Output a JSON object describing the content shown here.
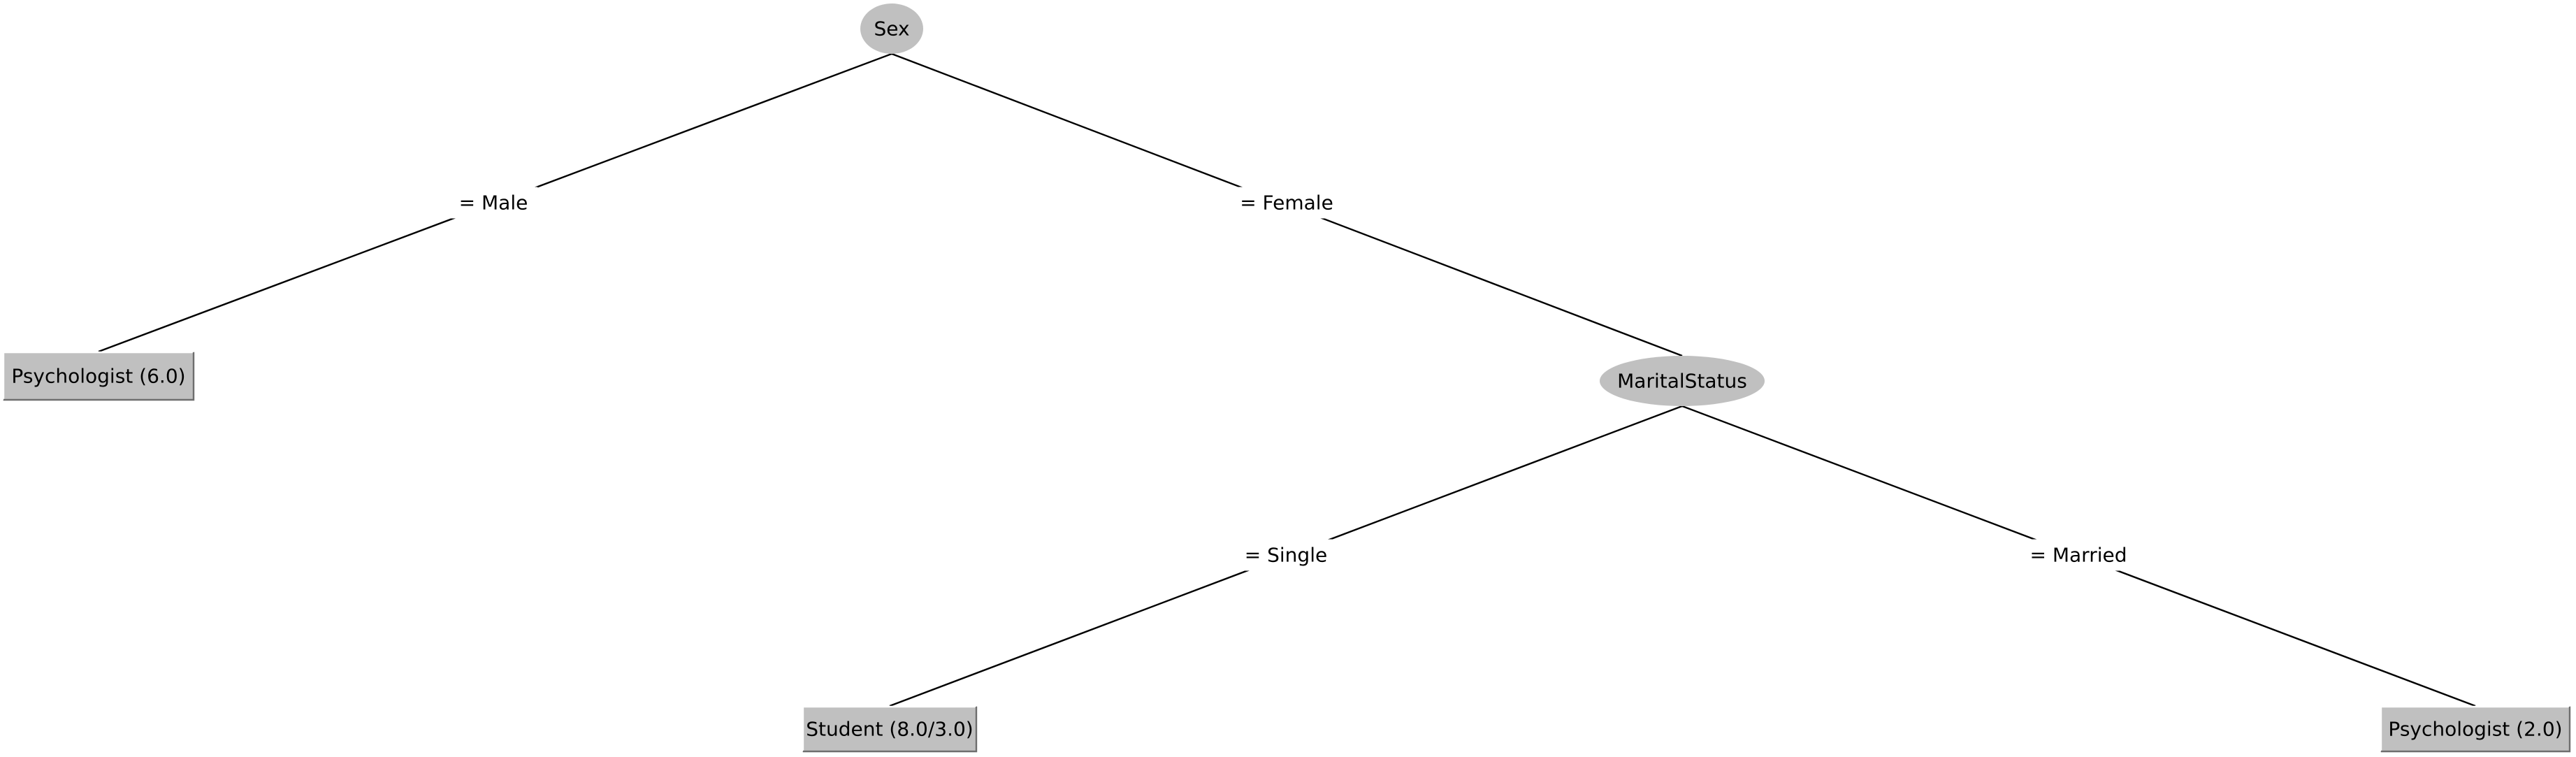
{
  "tree": {
    "nodes": [
      {
        "id": "sex",
        "kind": "attribute",
        "label": "Sex",
        "shape": "ellipse"
      },
      {
        "id": "leaf-male",
        "kind": "leaf",
        "label": "Psychologist (6.0)",
        "shape": "box"
      },
      {
        "id": "marital",
        "kind": "attribute",
        "label": "MaritalStatus",
        "shape": "ellipse"
      },
      {
        "id": "leaf-single",
        "kind": "leaf",
        "label": "Student (8.0/3.0)",
        "shape": "box"
      },
      {
        "id": "leaf-married",
        "kind": "leaf",
        "label": "Psychologist (2.0)",
        "shape": "box"
      }
    ],
    "edges": [
      {
        "id": "edge-male",
        "from": "sex",
        "to": "leaf-male",
        "label": "= Male"
      },
      {
        "id": "edge-female",
        "from": "sex",
        "to": "marital",
        "label": "= Female"
      },
      {
        "id": "edge-single",
        "from": "marital",
        "to": "leaf-single",
        "label": "= Single"
      },
      {
        "id": "edge-married",
        "from": "marital",
        "to": "leaf-married",
        "label": "= Married"
      }
    ]
  },
  "colors": {
    "node_fill": "#c0c0c0",
    "edge": "#000000",
    "background": "#ffffff"
  }
}
